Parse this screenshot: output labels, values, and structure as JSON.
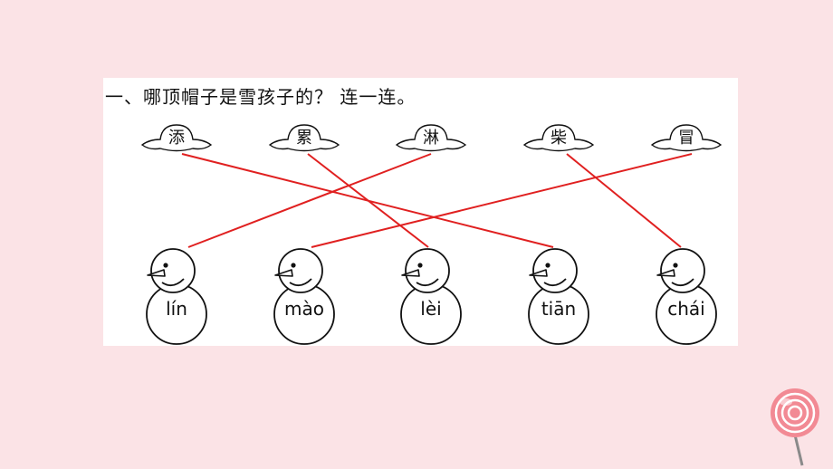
{
  "question": "一、哪顶帽子是雪孩子的？ 连一连。",
  "hats": [
    {
      "char": "添"
    },
    {
      "char": "累"
    },
    {
      "char": "淋"
    },
    {
      "char": "柴"
    },
    {
      "char": "冒"
    }
  ],
  "snowmen": [
    {
      "pinyin": "lín"
    },
    {
      "pinyin": "mào"
    },
    {
      "pinyin": "lèi"
    },
    {
      "pinyin": "tiān"
    },
    {
      "pinyin": "chái"
    }
  ],
  "connections": [
    {
      "hat": "添",
      "pinyin": "tiān"
    },
    {
      "hat": "累",
      "pinyin": "lèi"
    },
    {
      "hat": "淋",
      "pinyin": "lín"
    },
    {
      "hat": "柴",
      "pinyin": "chái"
    },
    {
      "hat": "冒",
      "pinyin": "mào"
    }
  ],
  "colors": {
    "background": "#fbe3e6",
    "card": "#ffffff",
    "line": "#e02020"
  }
}
